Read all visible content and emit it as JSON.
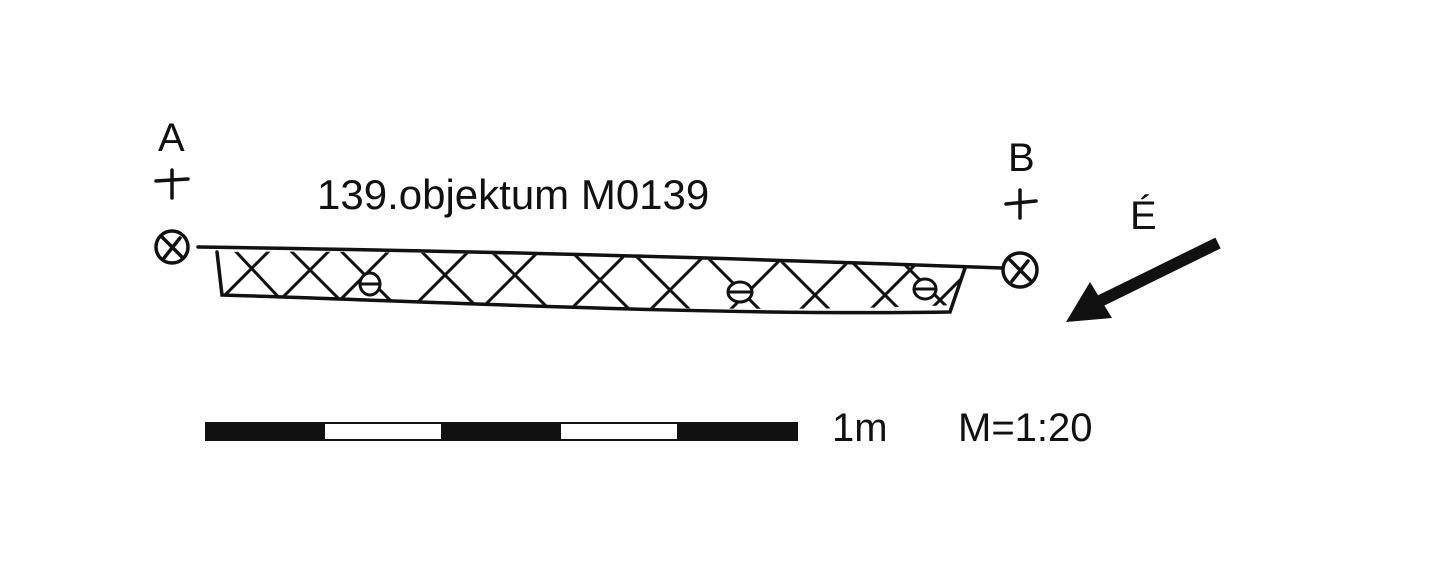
{
  "title": "139.objektum M0139",
  "point_a": "A",
  "point_b": "B",
  "north_label": "É",
  "scale_bar_label": "1m",
  "scale_ratio": "M=1:20",
  "scale_bar_segments": 5,
  "colors": {
    "ink": "#111111",
    "background": "#ffffff"
  }
}
